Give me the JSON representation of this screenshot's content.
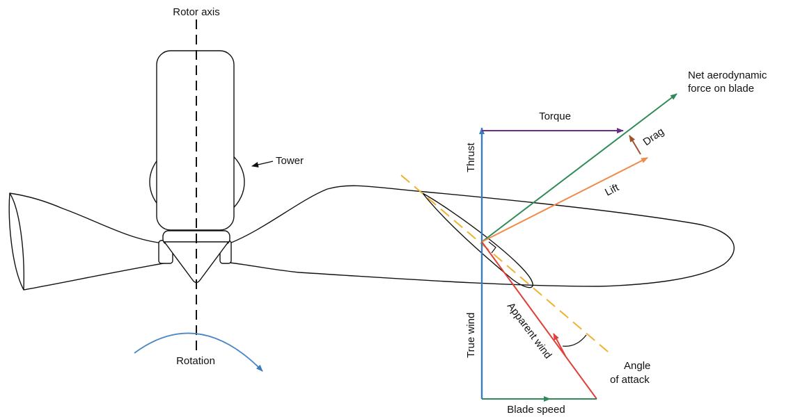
{
  "labels": {
    "rotor_axis": "Rotor axis",
    "tower": "Tower",
    "rotation": "Rotation",
    "net_force_line1": "Net aerodynamic",
    "net_force_line2": "force on blade",
    "torque": "Torque",
    "drag": "Drag",
    "thrust": "Thrust",
    "lift": "Lift",
    "true_wind": "True wind",
    "apparent_wind": "Apparent wind",
    "angle_line1": "Angle",
    "angle_line2": "of attack",
    "blade_speed": "Blade speed"
  },
  "colors": {
    "outline": "#111111",
    "thrust_true_wind": "#3a7dbf",
    "net_force": "#2e8b57",
    "torque": "#6a2d86",
    "drag": "#a0522d",
    "lift": "#f08a4b",
    "apparent_wind": "#e0403a",
    "chord_line": "#f0b030",
    "blade_speed": "#2e8b57",
    "rotation": "#4a86c5"
  }
}
